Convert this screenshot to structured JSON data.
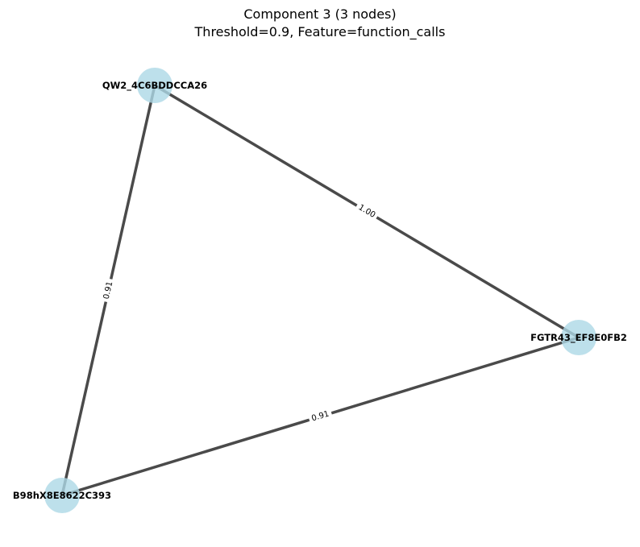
{
  "title": {
    "line1": "Component 3 (3 nodes)",
    "line2": "Threshold=0.9, Feature=function_calls"
  },
  "graph": {
    "nodes": [
      {
        "id": "n1",
        "label": "QW2_4C6BDDCCA26"
      },
      {
        "id": "n2",
        "label": "FGTR43_EF8E0FB2"
      },
      {
        "id": "n3",
        "label": "B98hX8E8622C393"
      }
    ],
    "edges": [
      {
        "source": "n1",
        "target": "n2",
        "weight": "1.00"
      },
      {
        "source": "n1",
        "target": "n3",
        "weight": "0.91"
      },
      {
        "source": "n2",
        "target": "n3",
        "weight": "0.91"
      }
    ],
    "colors": {
      "node_fill": "#add8e6",
      "edge": "#4a4a4a",
      "label": "#000000"
    }
  }
}
